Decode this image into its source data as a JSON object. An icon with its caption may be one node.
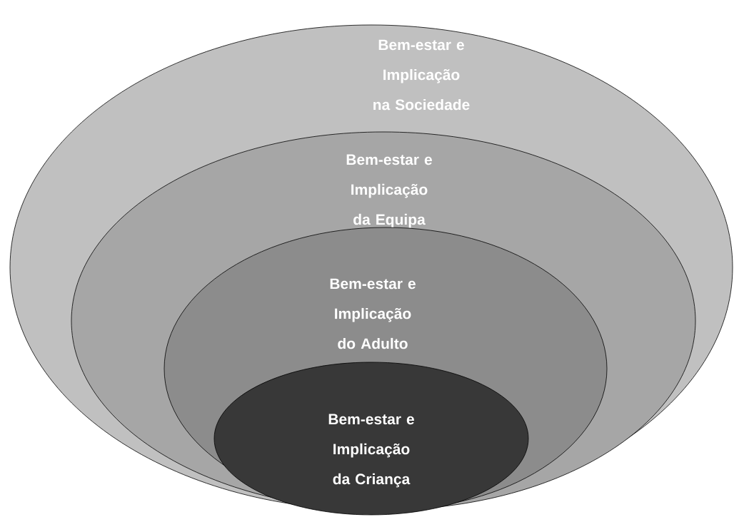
{
  "diagram": {
    "nodes": [
      {
        "text": [
          "Bem-estar e Implicação na Sociedade"
        ]
      },
      {
        "text": [
          "Bem-estar e Implicação da Equipa"
        ],
        "in": 0
      },
      {
        "text": [
          "Bem-estar e Implicação do Adulto"
        ],
        "in": 1
      },
      {
        "text": [
          "Bem-estar e Implicação da Criança"
        ],
        "in": 2
      }
    ]
  }
}
